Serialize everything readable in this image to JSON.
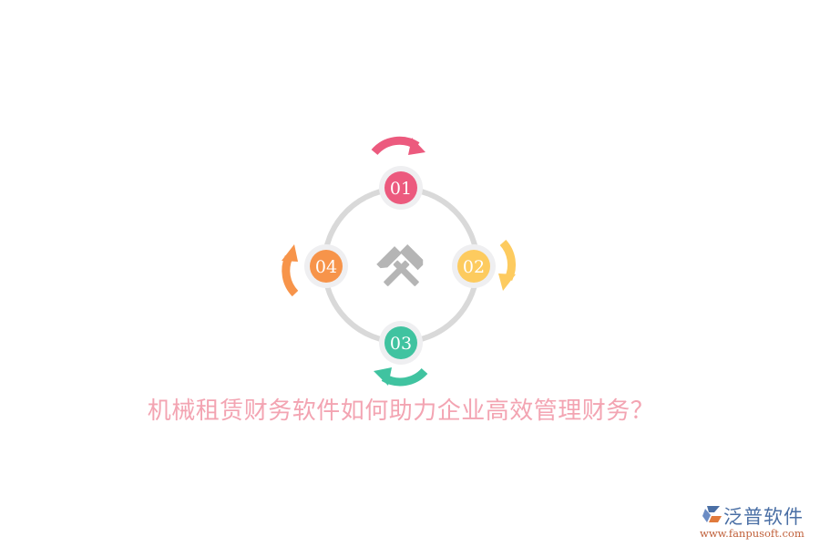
{
  "title": "机械租赁财务软件如何助力企业高效管理财务？",
  "center_icon": "crossed-hammers-icon",
  "nodes": [
    {
      "label": "01",
      "color": "#ec5a7e",
      "position": "top",
      "arrow": "clockwise-arrow"
    },
    {
      "label": "02",
      "color": "#fdcb5f",
      "position": "right",
      "arrow": "clockwise-arrow"
    },
    {
      "label": "03",
      "color": "#40c3a0",
      "position": "bottom",
      "arrow": "clockwise-arrow"
    },
    {
      "label": "04",
      "color": "#f7944a",
      "position": "left",
      "arrow": "clockwise-arrow"
    }
  ],
  "colors": {
    "ring": "#d9d9d9",
    "node_halo": "#efeff1",
    "icon": "#b5b5b5",
    "title": "#f3a4b2"
  },
  "logo": {
    "name": "泛普软件",
    "url": "www.fanpusoft.com"
  }
}
